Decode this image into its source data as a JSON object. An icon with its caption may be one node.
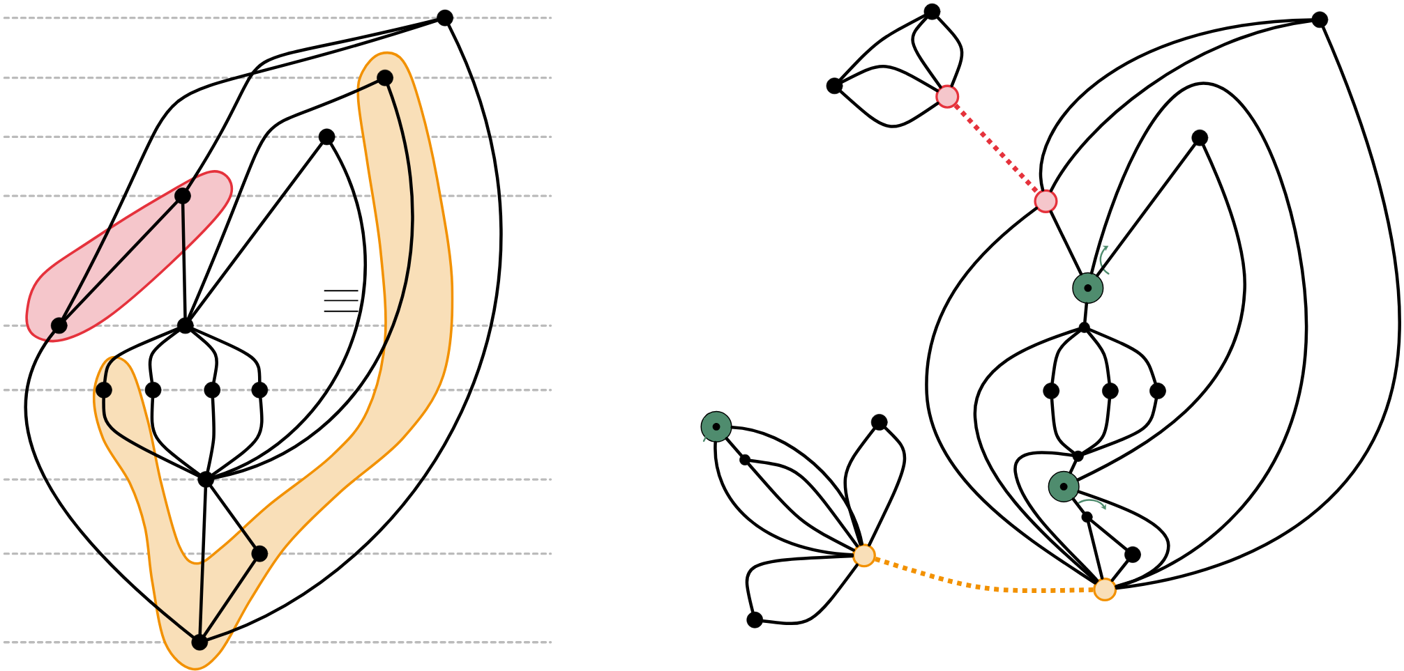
{
  "diagram": {
    "nodes": [
      {
        "text": [],
        "shape": "circle"
      },
      {
        "text": [],
        "shape": "circle"
      },
      {
        "text": [],
        "shape": "circle"
      },
      {
        "text": [],
        "shape": "circle"
      },
      {
        "text": [],
        "shape": "circle"
      },
      {
        "text": [],
        "shape": "circle"
      },
      {
        "text": [],
        "shape": "circle"
      },
      {
        "text": [],
        "shape": "circle"
      },
      {
        "text": [],
        "shape": "circle"
      },
      {
        "text": [],
        "shape": "circle"
      },
      {
        "text": [],
        "shape": "circle"
      },
      {
        "text": [],
        "shape": "circle"
      },
      {
        "text": [],
        "shape": "circle"
      },
      {
        "text": [],
        "shape": "circle"
      },
      {
        "text": [],
        "shape": "circle"
      },
      {
        "text": [],
        "shape": "circle"
      },
      {
        "text": [],
        "shape": "circle"
      },
      {
        "text": [],
        "shape": "circle"
      },
      {
        "text": [],
        "shape": "circle"
      },
      {
        "text": [],
        "shape": "circle"
      },
      {
        "text": [],
        "shape": "circle"
      },
      {
        "text": [],
        "shape": "circle"
      },
      {
        "text": [],
        "shape": "circle"
      },
      {
        "text": [],
        "shape": "circle"
      },
      {
        "text": [],
        "shape": "circle"
      },
      {
        "text": [],
        "shape": "circle"
      },
      {
        "text": [],
        "shape": "circle"
      },
      {
        "text": [],
        "shape": "circle"
      },
      {
        "text": [],
        "shape": "circle"
      },
      {
        "text": [],
        "shape": "circle"
      },
      {
        "text": [],
        "shape": "circle"
      },
      {
        "text": [],
        "shape": "circle"
      },
      {
        "text": [],
        "shape": "circle"
      },
      {
        "text": [],
        "shape": "circle"
      }
    ],
    "edges": [
      {
        "from": 0,
        "to": 4,
        "arrow": "none"
      },
      {
        "from": 0,
        "to": 3,
        "arrow": "none"
      },
      {
        "from": 0,
        "to": 12,
        "arrow": "none"
      },
      {
        "from": 1,
        "to": 5,
        "arrow": "none"
      },
      {
        "from": 1,
        "to": 10,
        "arrow": "none"
      },
      {
        "from": 2,
        "to": 5,
        "arrow": "none"
      },
      {
        "from": 2,
        "to": 10,
        "arrow": "none"
      },
      {
        "from": 3,
        "to": 4,
        "arrow": "none"
      },
      {
        "from": 3,
        "to": 5,
        "arrow": "none"
      },
      {
        "from": 5,
        "to": 6,
        "arrow": "none"
      },
      {
        "from": 5,
        "to": 7,
        "arrow": "none"
      },
      {
        "from": 5,
        "to": 8,
        "arrow": "none"
      },
      {
        "from": 5,
        "to": 9,
        "arrow": "none"
      },
      {
        "from": 6,
        "to": 10,
        "arrow": "none"
      },
      {
        "from": 7,
        "to": 10,
        "arrow": "none"
      },
      {
        "from": 8,
        "to": 10,
        "arrow": "none"
      },
      {
        "from": 9,
        "to": 10,
        "arrow": "none"
      },
      {
        "from": 10,
        "to": 11,
        "arrow": "none"
      },
      {
        "from": 10,
        "to": 12,
        "arrow": "none"
      },
      {
        "from": 11,
        "to": 12,
        "arrow": "none"
      },
      {
        "from": 4,
        "to": 12,
        "arrow": "none"
      },
      {
        "from": 13,
        "to": 14,
        "arrow": "none"
      },
      {
        "from": 13,
        "to": 15,
        "arrow": "none"
      },
      {
        "from": 13,
        "to": 15,
        "arrow": "none"
      },
      {
        "from": 14,
        "to": 15,
        "arrow": "none"
      },
      {
        "from": 14,
        "to": 15,
        "arrow": "none"
      },
      {
        "from": 15,
        "to": 18,
        "arrow": "none",
        "style": "dashed",
        "color": "#e5323c"
      },
      {
        "from": 16,
        "to": 18,
        "arrow": "none"
      },
      {
        "from": 16,
        "to": 18,
        "arrow": "none"
      },
      {
        "from": 16,
        "to": 28,
        "arrow": "none"
      },
      {
        "from": 17,
        "to": 19,
        "arrow": "none"
      },
      {
        "from": 17,
        "to": 25,
        "arrow": "none"
      },
      {
        "from": 18,
        "to": 19,
        "arrow": "none"
      },
      {
        "from": 18,
        "to": 28,
        "arrow": "none"
      },
      {
        "from": 19,
        "to": 28,
        "arrow": "none"
      },
      {
        "from": 19,
        "to": 20,
        "arrow": "none"
      },
      {
        "from": 20,
        "to": 21,
        "arrow": "none"
      },
      {
        "from": 20,
        "to": 22,
        "arrow": "none"
      },
      {
        "from": 20,
        "to": 23,
        "arrow": "none"
      },
      {
        "from": 20,
        "to": 28,
        "arrow": "none"
      },
      {
        "from": 21,
        "to": 24,
        "arrow": "none"
      },
      {
        "from": 22,
        "to": 24,
        "arrow": "none"
      },
      {
        "from": 23,
        "to": 24,
        "arrow": "none"
      },
      {
        "from": 24,
        "to": 25,
        "arrow": "none"
      },
      {
        "from": 24,
        "to": 28,
        "arrow": "none"
      },
      {
        "from": 25,
        "to": 26,
        "arrow": "none"
      },
      {
        "from": 25,
        "to": 28,
        "arrow": "none"
      },
      {
        "from": 26,
        "to": 27,
        "arrow": "none"
      },
      {
        "from": 26,
        "to": 28,
        "arrow": "none"
      },
      {
        "from": 27,
        "to": 28,
        "arrow": "none"
      },
      {
        "from": 29,
        "to": 31,
        "arrow": "none"
      },
      {
        "from": 29,
        "to": 32,
        "arrow": "none"
      },
      {
        "from": 29,
        "to": 32,
        "arrow": "none"
      },
      {
        "from": 31,
        "to": 32,
        "arrow": "none"
      },
      {
        "from": 31,
        "to": 32,
        "arrow": "none"
      },
      {
        "from": 30,
        "to": 32,
        "arrow": "none"
      },
      {
        "from": 30,
        "to": 32,
        "arrow": "none"
      },
      {
        "from": 32,
        "to": 33,
        "arrow": "none"
      },
      {
        "from": 32,
        "to": 33,
        "arrow": "none"
      },
      {
        "from": 32,
        "to": 28,
        "arrow": "none",
        "style": "dashed",
        "color": "#f29100"
      }
    ]
  }
}
